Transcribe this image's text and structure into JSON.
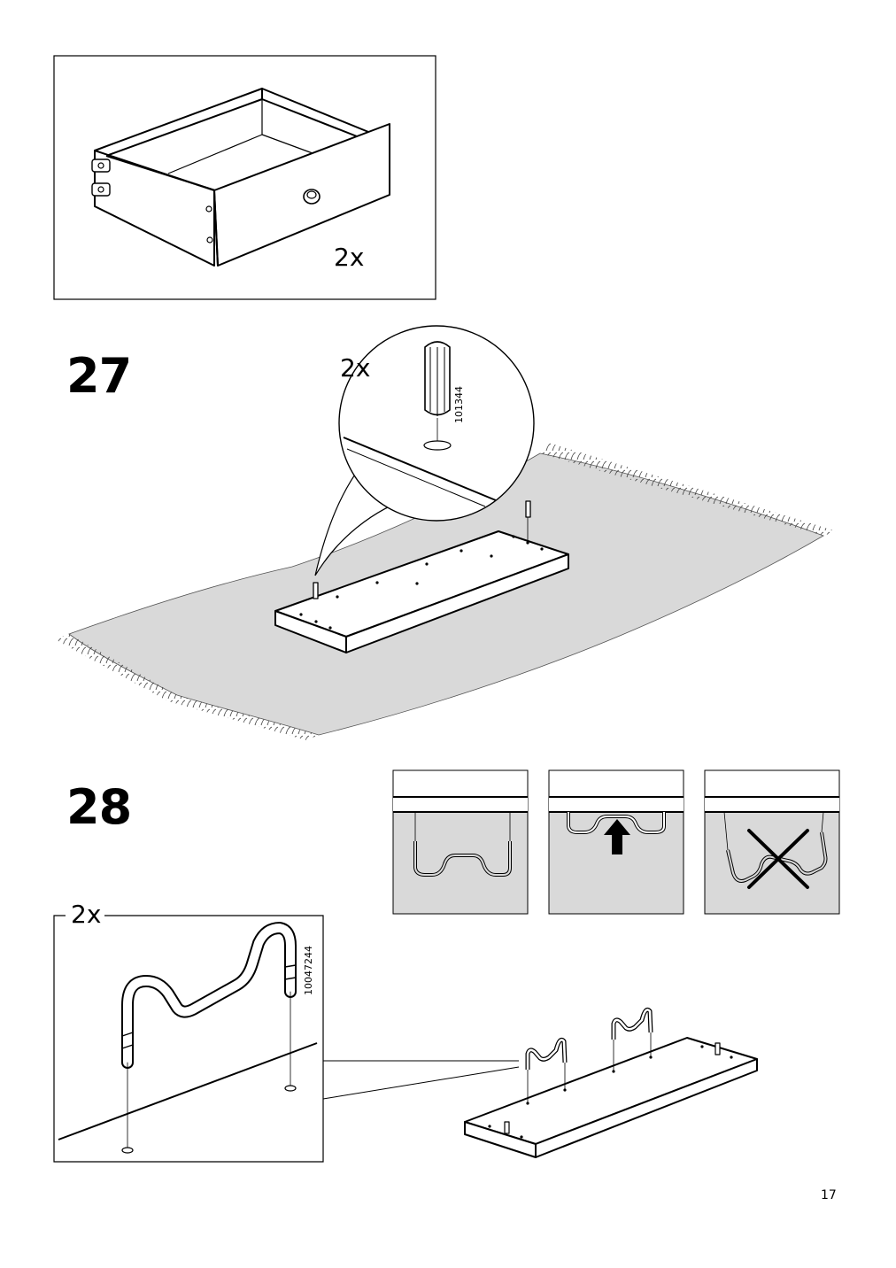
{
  "drawer_panel": {
    "quantity": "2x"
  },
  "step27": {
    "number": "27",
    "quantity": "2x",
    "part_number": "101344"
  },
  "step28": {
    "number": "28",
    "quantity": "2x",
    "part_number": "10047244",
    "orientation_panels": [
      "correct-hanging",
      "push-up",
      "wrong-crossed"
    ]
  },
  "page_number": "17"
}
